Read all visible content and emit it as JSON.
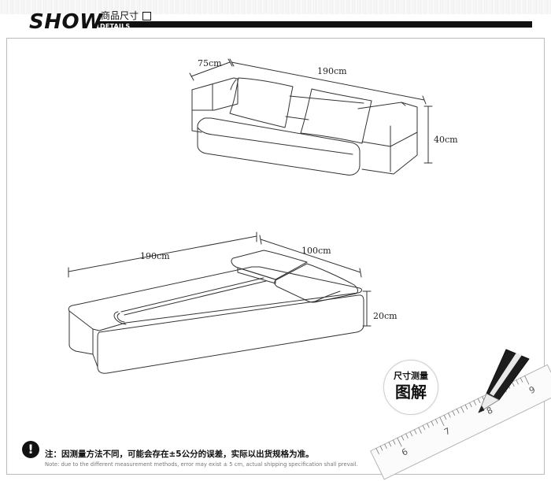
{
  "header": {
    "show": "SHOW",
    "title_cn": "商品尺寸",
    "details": "DETAILS"
  },
  "sofa": {
    "depth": "75cm",
    "width": "190cm",
    "height": "40cm"
  },
  "bed": {
    "length": "190cm",
    "width": "100cm",
    "height": "20cm"
  },
  "badge": {
    "line1": "尺寸测量",
    "line2": "图解"
  },
  "ruler_numbers": [
    "9",
    "8",
    "7",
    "6"
  ],
  "icons": [
    "warning-icon",
    "pencil-icon",
    "ruler-icon"
  ],
  "note": {
    "icon": "!",
    "cn": "注：因测量方法不同，可能会存在±5公分的误差，实际以出货规格为准。",
    "en": "Note: due to the different measurement methods, error may exist ± 5 cm, actual shipping specification shall prevail."
  }
}
